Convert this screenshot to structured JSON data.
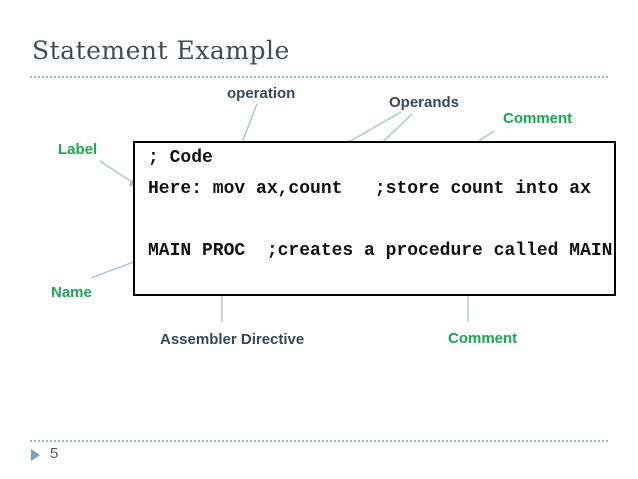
{
  "slide": {
    "title": "Statement Example",
    "page_number": "5"
  },
  "code_box": {
    "lines": [
      "; Code",
      "Here: mov ax,count   ;store count into ax",
      "",
      "MAIN PROC  ;creates a procedure called MAIN"
    ]
  },
  "annotations": {
    "operation": "operation",
    "operands": "Operands",
    "comment_top": "Comment",
    "label": "Label",
    "name": "Name",
    "assembler_directive": "Assembler Directive",
    "comment_bottom": "Comment"
  },
  "colors": {
    "annotation_green": "#18A650",
    "annotation_slate": "#33485C",
    "arrow_blue": "#A8C2DB",
    "title_text": "#414B54",
    "code_text": "#111111",
    "box_border": "#000000",
    "footer_text": "#53595E",
    "footer_triangle": "#7E9DBB",
    "dotted_line": "#9FB6CA"
  }
}
